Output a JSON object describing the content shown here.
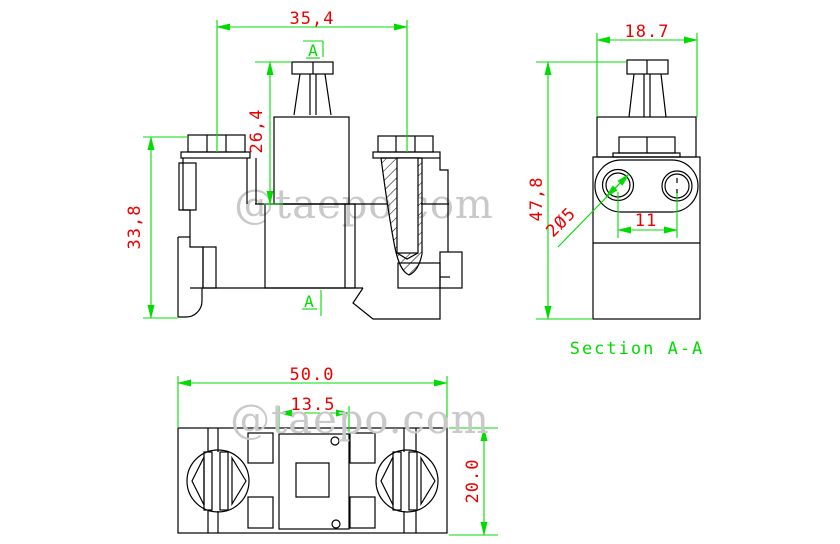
{
  "drawing": {
    "watermark": "@taepo.com",
    "front_view": {
      "dim_width": "35,4",
      "dim_stem": "26,4",
      "dim_height": "33,8",
      "section_marker_top": "A",
      "section_marker_bottom": "A"
    },
    "section_view": {
      "title": "Section A-A",
      "dim_width": "18.7",
      "dim_height": "47,8",
      "dim_holes": "2Ø5",
      "dim_hole_pitch": "11"
    },
    "bottom_view": {
      "dim_width": "50.0",
      "dim_inner": "13.5",
      "dim_height": "20.0"
    },
    "colors": {
      "line": "#000000",
      "dimension": "#00dc00",
      "dim_text": "#ee0000",
      "watermark": "#c9c9c9",
      "background": "#ffffff"
    }
  }
}
